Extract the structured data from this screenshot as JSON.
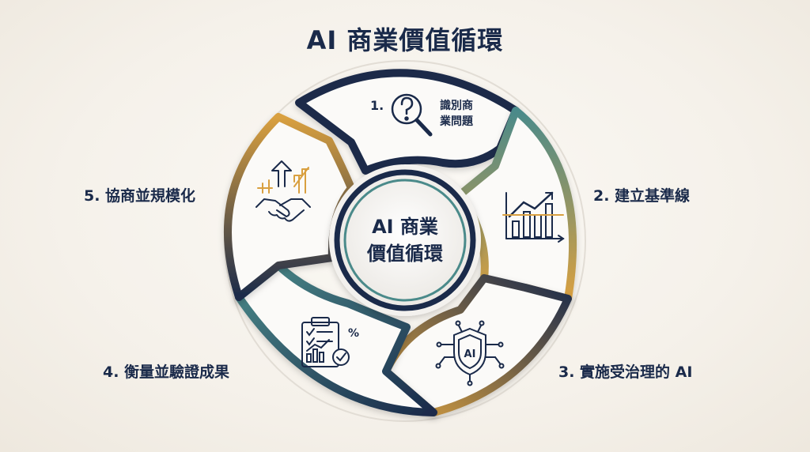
{
  "title": "AI 商業價值循環",
  "center": {
    "line1": "AI 商業",
    "line2": "價值循環"
  },
  "steps": [
    {
      "number": "1.",
      "text_line1": "識別商",
      "text_line2": "業問題",
      "icon": "magnifier-question-icon"
    },
    {
      "label": "2. 建立基準線",
      "icon": "bar-chart-trend-icon"
    },
    {
      "label": "3. 實施受治理的 AI",
      "icon": "ai-shield-circuit-icon"
    },
    {
      "label": "4. 衡量並驗證成果",
      "icon": "clipboard-checklist-icon"
    },
    {
      "label": "5. 協商並規模化",
      "icon": "handshake-growth-icon"
    }
  ],
  "colors": {
    "navy": "#1a2a4a",
    "teal": "#4a8a8a",
    "gold": "#d9a040",
    "panel": "#fbfaf8"
  }
}
